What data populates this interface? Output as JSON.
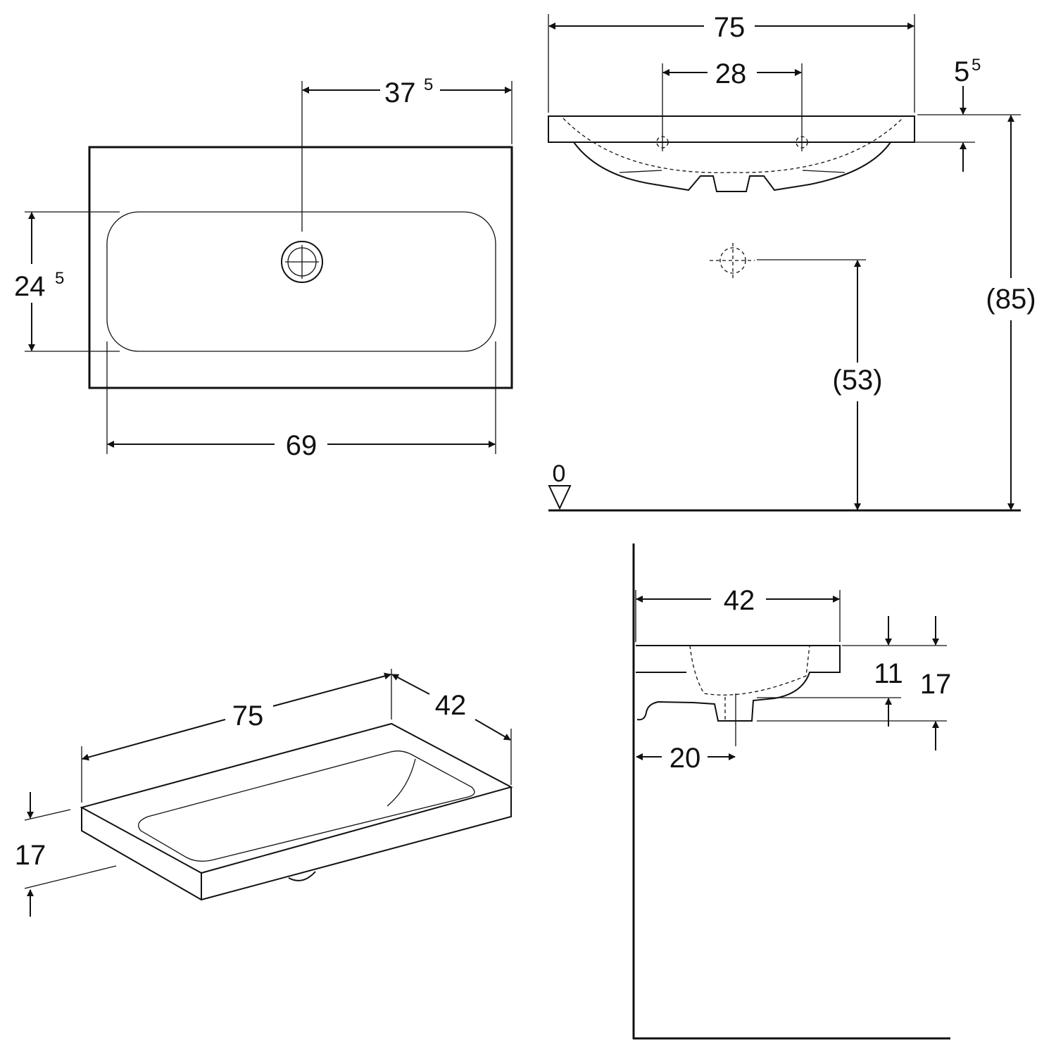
{
  "plan_view": {
    "overall_depth_main": "37",
    "overall_depth_sup": "5",
    "bowl_depth_main": "24",
    "bowl_depth_sup": "5",
    "bowl_width": "69"
  },
  "front_view": {
    "width": "75",
    "tap_spacing": "28",
    "rim_main": "5",
    "rim_sup": "5",
    "height_total": "(85)",
    "drain_height": "(53)",
    "floor_level": "0"
  },
  "side_view": {
    "depth": "42",
    "bowl_height": "11",
    "total_height": "17",
    "drain_offset": "20"
  },
  "iso_view": {
    "width": "75",
    "depth": "42",
    "height": "17"
  }
}
